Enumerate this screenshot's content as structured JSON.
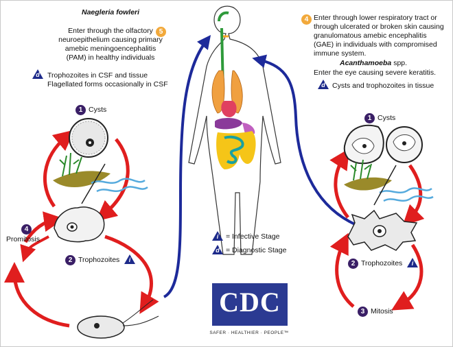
{
  "naegleria": {
    "title": "Naegleria fowleri",
    "entry_text": "Enter through the olfactory neuroepithelium causing primary amebic meningoencephalitis (PAM) in healthy individuals",
    "diag_text": "Trophozoites in CSF and tissue Flagellated forms occasionally in CSF",
    "cysts_label": "Cysts",
    "troph_label": "Trophozoites",
    "promitosis_label": "Promitosis"
  },
  "acanthamoeba": {
    "entry_text": "Enter through lower respiratory tract or through ulcerated or broken skin causing granulomatous amebic encephalitis (GAE) in individuals with compromised immune system.",
    "title": "Acanthamoeba",
    "title_suffix": " spp.",
    "eye_text": "Enter the eye causing severe keratitis.",
    "diag_text": "Cysts and trophozoites in tissue",
    "cysts_label": "Cysts",
    "troph_label": "Trophozoites",
    "mitosis_label": "Mitosis"
  },
  "legend": {
    "infective": "= Infective Stage",
    "diagnostic": "= Diagnostic Stage"
  },
  "markers": {
    "infective_letter": "i",
    "diagnostic_letter": "d",
    "n1": "1",
    "n2": "2",
    "n4": "4",
    "n5": "5"
  },
  "logo": {
    "text": "CDC",
    "tagline": "SAFER · HEALTHIER · PEOPLE™"
  },
  "colors": {
    "cycle_arrow": "#e01e1e",
    "route_arrow": "#1d2a9a",
    "step_badge": "#3a1f66",
    "entry_badge": "#f2a93b",
    "stage_triangle": "#1d2a8a"
  }
}
